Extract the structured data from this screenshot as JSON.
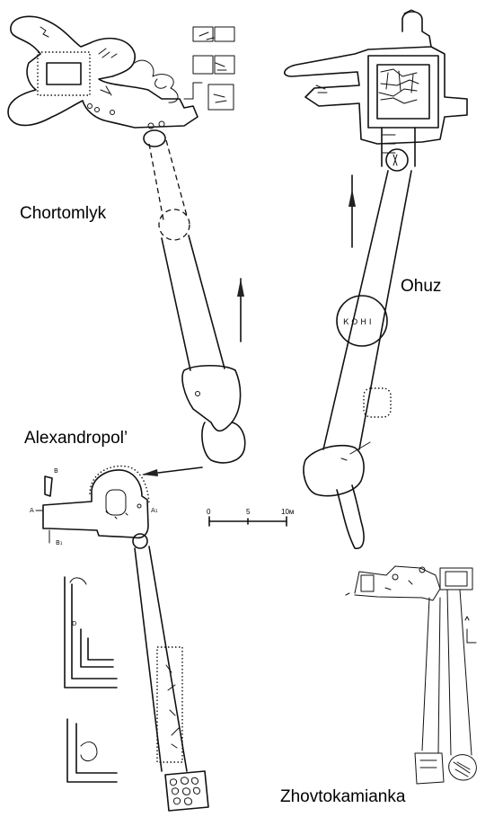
{
  "labels": {
    "chortomlyk": "Chortomlyk",
    "ohuz": "Ohuz",
    "alexandropol": "Alexandropol’",
    "zhovtokamianka": "Zhovtokamianka"
  },
  "scale_bar": {
    "tick_0": "0",
    "tick_5": "5",
    "tick_10": "10м"
  },
  "annotations": {
    "ohuz_ring": "К О Н І",
    "alex_a": "A",
    "alex_a1": "A₁",
    "alex_b": "B",
    "alex_b1": "B₁",
    "alex_d": "D"
  }
}
